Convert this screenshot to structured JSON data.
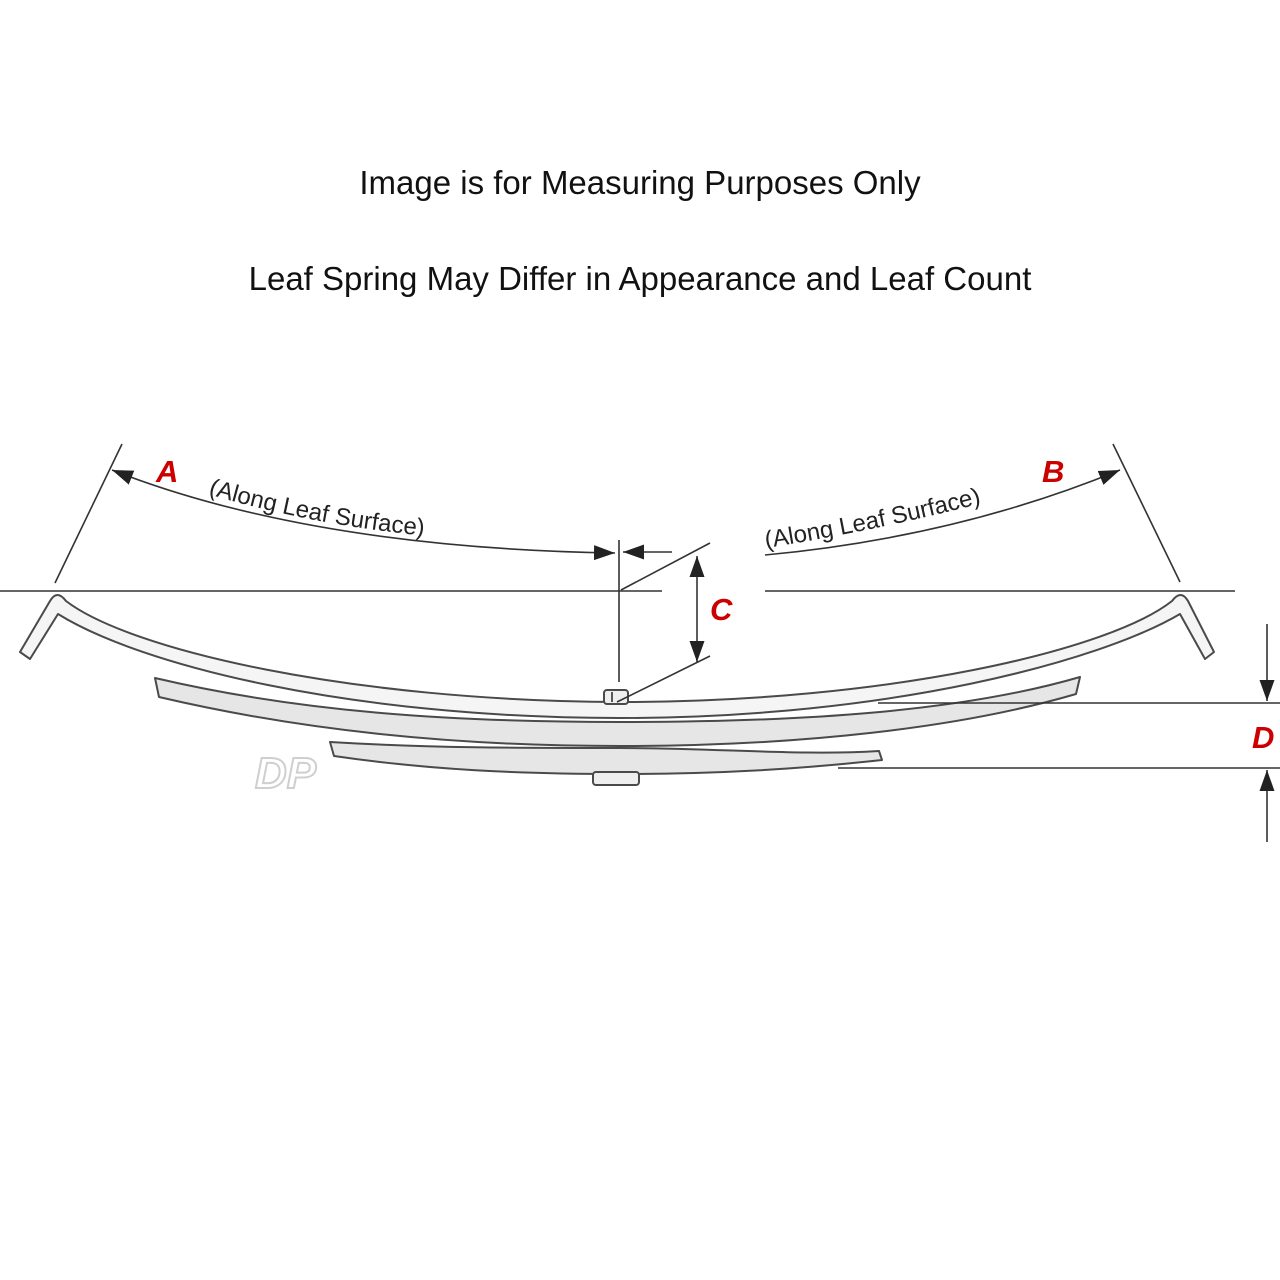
{
  "notes": {
    "line1": "Image is for Measuring Purposes Only",
    "line2": "Leaf Spring May Differ in Appearance and Leaf Count"
  },
  "labels": {
    "a": "A",
    "b": "B",
    "c": "C",
    "d": "D",
    "along_left": "(Along Leaf Surface)",
    "along_right": "(Along Leaf Surface)"
  },
  "watermark": {
    "text": "DP"
  },
  "colors": {
    "label": "#cc0000",
    "line": "#333333",
    "leaf_fill": "#f5f5f5",
    "leaf_shadow": "#e6e6e6"
  }
}
